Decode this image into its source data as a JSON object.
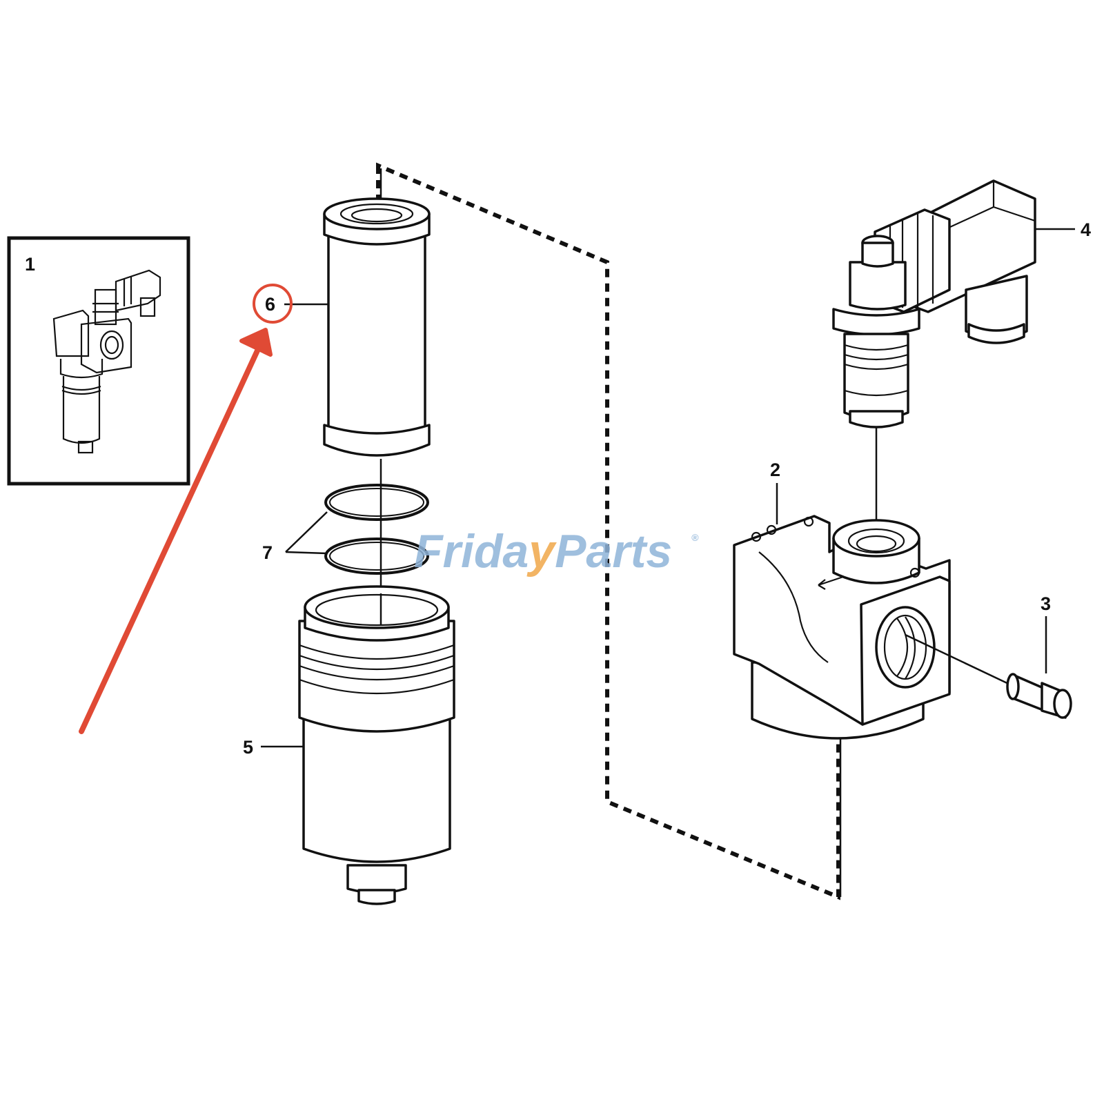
{
  "callouts": {
    "c1": "1",
    "c2": "2",
    "c3": "3",
    "c4": "4",
    "c5": "5",
    "c6": "6",
    "c7": "7"
  },
  "watermark": {
    "text_part1": "Frida",
    "text_part2": "y",
    "text_part3": "Parts",
    "registered_mark": "®"
  },
  "colors": {
    "line": "#111111",
    "highlight": "#e04a35",
    "watermark_blue": "#8fb4d9",
    "watermark_orange": "#f0a84a"
  },
  "highlight": {
    "target_callout": "6",
    "arrow": "red-arrow-icon"
  }
}
